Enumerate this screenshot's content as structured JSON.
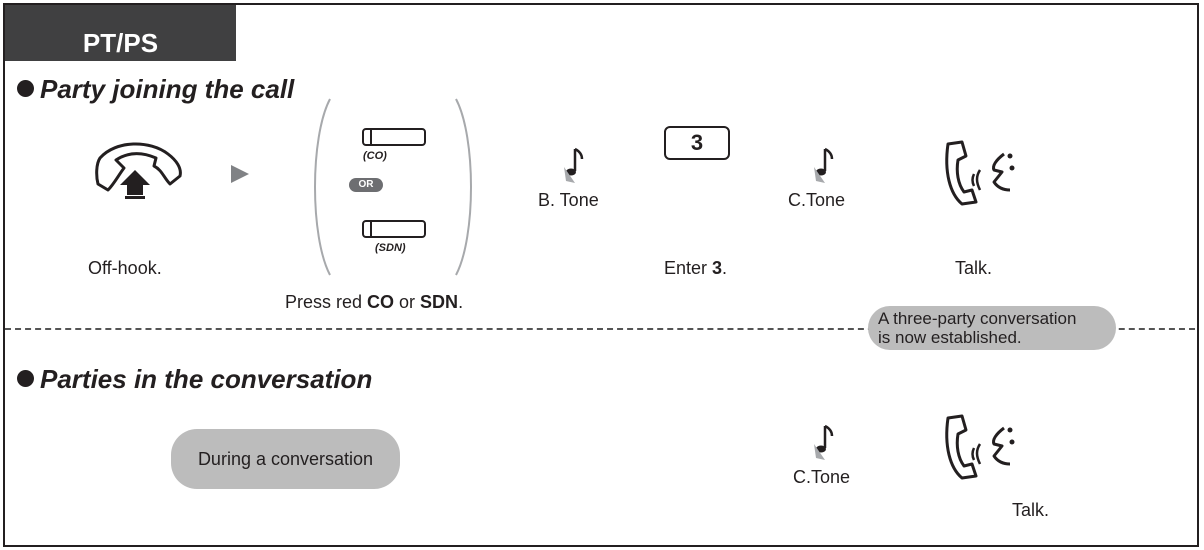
{
  "tab": {
    "label": "PT/PS"
  },
  "section1": {
    "title": "Party joining the call",
    "offhook_label": "Off-hook.",
    "co_key_label": "(CO)",
    "or_label": "OR",
    "sdn_key_label": "(SDN)",
    "press_prefix": "Press red ",
    "press_co": "CO",
    "press_or": " or ",
    "press_sdn": "SDN",
    "press_end": ".",
    "btone_label": "B. Tone",
    "key_value": "3",
    "enter_prefix": "Enter ",
    "enter_value": "3",
    "enter_end": ".",
    "ctone_label": "C.Tone",
    "talk_label": "Talk.",
    "note_line1": "A three-party conversation",
    "note_line2": "is now established."
  },
  "section2": {
    "title": "Parties in the conversation",
    "during_label": "During a conversation",
    "ctone_label": "C.Tone",
    "talk_label": "Talk."
  },
  "icons": {
    "handset": "handset-offhook-icon",
    "arrow": "play-arrow-icon",
    "tone": "music-note-icon",
    "talk": "talk-handset-icon"
  },
  "colors": {
    "tab_bg": "#404041",
    "bubble_bg": "#bcbcbc",
    "ink": "#231f20",
    "arrow": "#808285"
  }
}
